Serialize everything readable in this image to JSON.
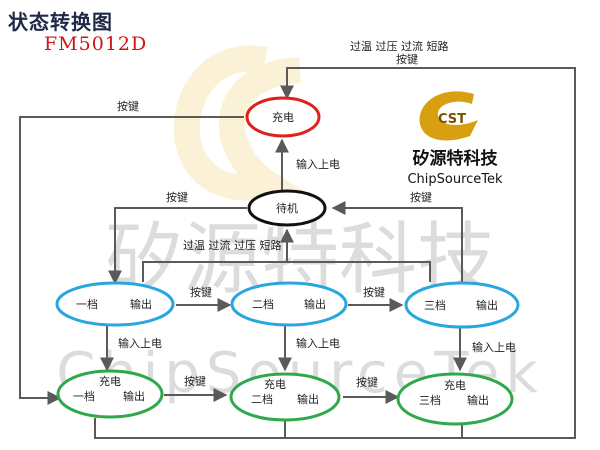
{
  "page": {
    "title": "状态转换图",
    "model": "FM5012D"
  },
  "logo": {
    "cn_name": "矽源特科技",
    "en_name": "ChipSourceTek",
    "mark_letters": "CST",
    "watermark_cn": "矽源特科技",
    "watermark_en": "ChipSourceTek"
  },
  "colors": {
    "charge_ring": "#e0201b",
    "standby_ring": "#111111",
    "output_ring": "#2aa6df",
    "charge_output_ring": "#2ea84a",
    "arrow": "#5a5a5a",
    "logo_gold": "#d8a010"
  },
  "states": {
    "charge": {
      "label": "充电"
    },
    "standby": {
      "label": "待机"
    },
    "out1": {
      "gear": "一档",
      "output": "输出"
    },
    "out2": {
      "gear": "二档",
      "output": "输出"
    },
    "out3": {
      "gear": "三档",
      "output": "输出"
    },
    "cout1": {
      "top": "充电",
      "gear": "一档",
      "output": "输出"
    },
    "cout2": {
      "top": "充电",
      "gear": "二档",
      "output": "输出"
    },
    "cout3": {
      "top": "充电",
      "gear": "三档",
      "output": "输出"
    }
  },
  "edges": {
    "protect_top": "过温 过压 过流 短路",
    "key_top": "按键",
    "key_charge": "按键",
    "power_in_charge": "输入上电",
    "key_standby_left": "按键",
    "key_standby_right": "按键",
    "protect_mid": "过温 过流 过压 短路",
    "key_1_2": "按键",
    "key_2_3": "按键",
    "power_in_1": "输入上电",
    "power_in_2": "输入上电",
    "power_in_3": "输入上电",
    "key_c1_c2": "按键",
    "key_c2_c3": "按键"
  }
}
